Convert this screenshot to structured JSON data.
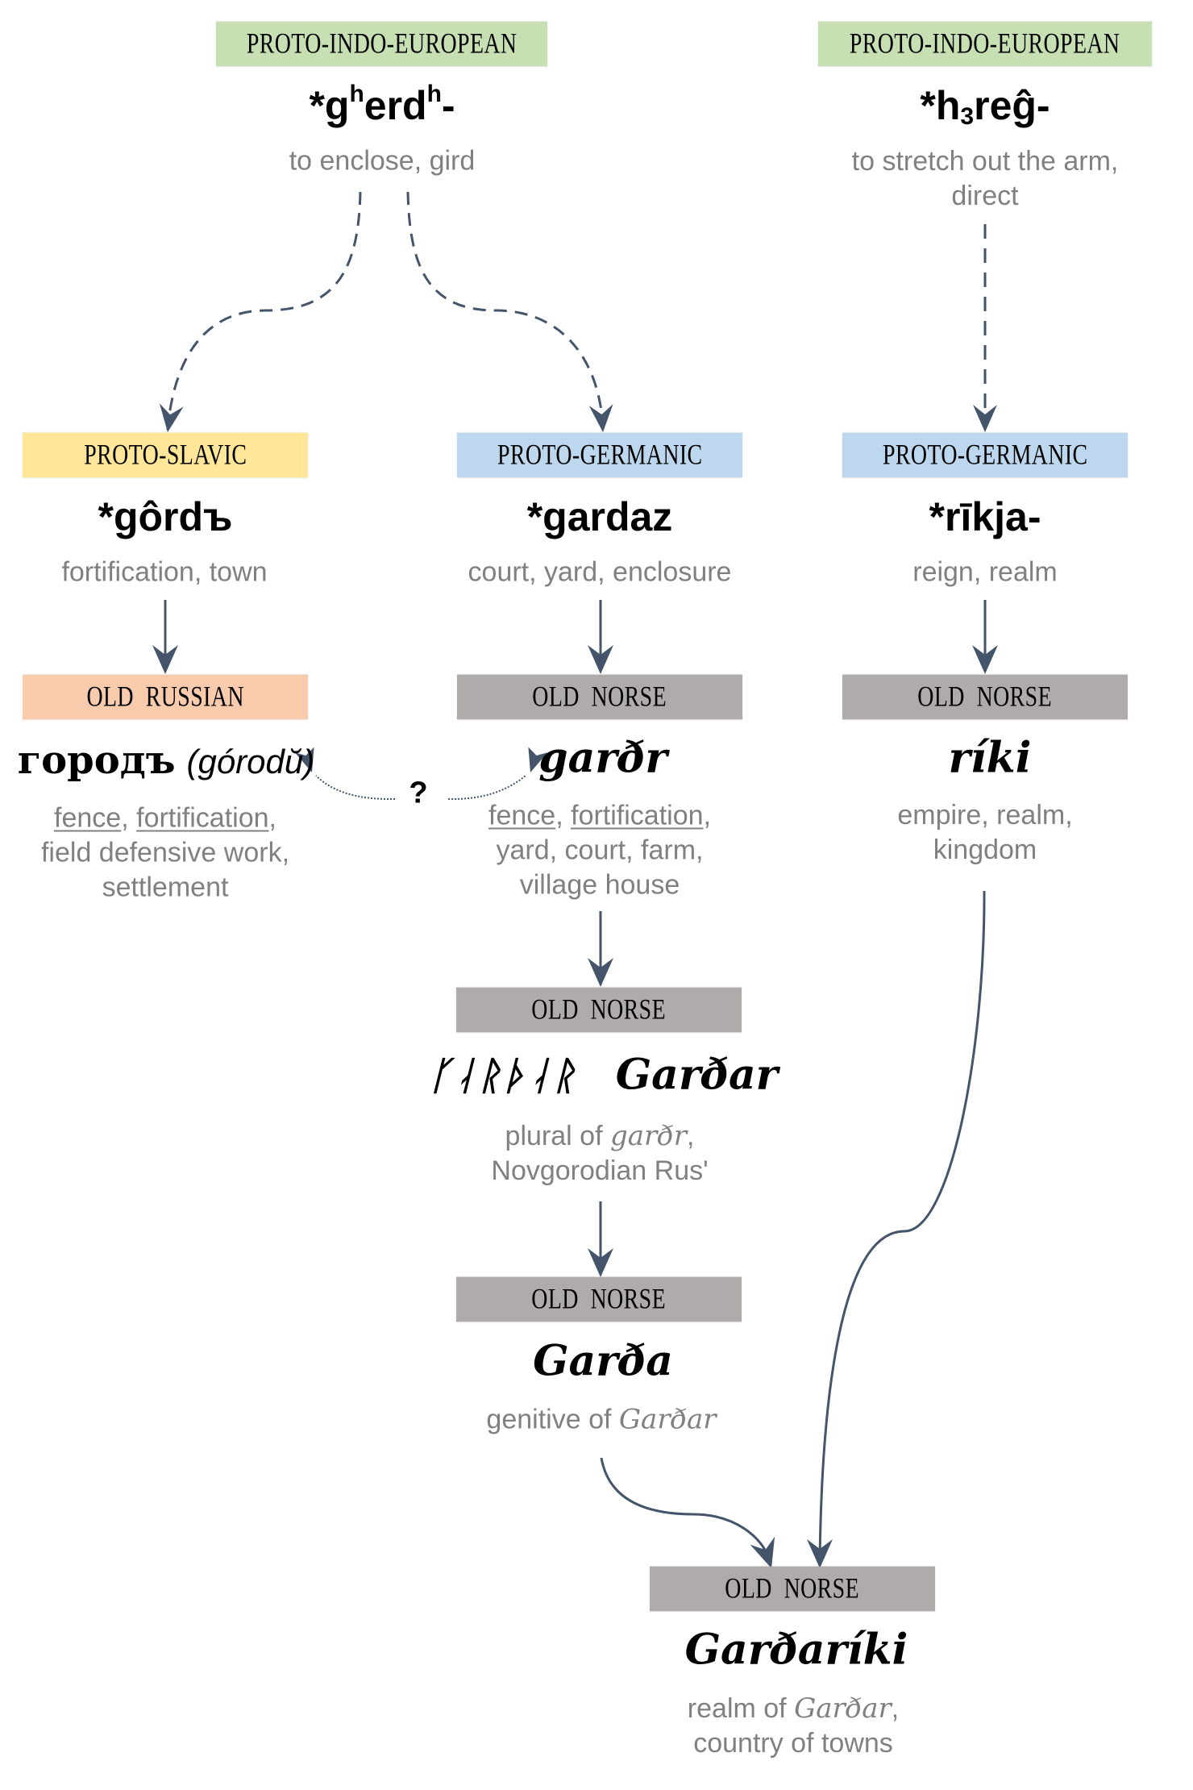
{
  "colors": {
    "proto_indo_european": "#C6E0B4",
    "proto_slavic": "#FFE699",
    "proto_germanic": "#BDD7EE",
    "old_russian": "#F8CBAD",
    "old_norse": "#AFABAB",
    "arrow": "#44546A",
    "meaning_text": "#808080"
  },
  "nodes": {
    "pie_gherdh": {
      "language": "PROTO-INDO-EUROPEAN",
      "word_base": "*g",
      "word_sup1": "h",
      "word_mid": "erd",
      "word_sup2": "h",
      "word_end": "-",
      "meaning": "to enclose, gird"
    },
    "pie_h3reg": {
      "language": "PROTO-INDO-EUROPEAN",
      "word_base": "*h",
      "word_sub": "3",
      "word_end": "reĝ-",
      "meaning_line1": "to stretch out the arm,",
      "meaning_line2": "direct"
    },
    "ps_gordu": {
      "language": "PROTO-SLAVIC",
      "word": "*gôrdъ",
      "meaning": "fortification, town"
    },
    "pg_gardaz": {
      "language": "PROTO-GERMANIC",
      "word": "*gardaz",
      "meaning": "court, yard, enclosure"
    },
    "pg_rikja": {
      "language": "PROTO-GERMANIC",
      "word": "*rīkja-",
      "meaning": "reign, realm"
    },
    "or_gorodu": {
      "language": "OLD  RUSSIAN",
      "word": "городъ",
      "romanization": "(górodŭ)",
      "meaning_u1": "fence",
      "meaning_sep": ", ",
      "meaning_u2": "fortification",
      "meaning_end": ",",
      "meaning_line2": "field defensive work,",
      "meaning_line3": "settlement"
    },
    "on_gardr": {
      "language": "OLD  NORSE",
      "word": "garðr",
      "meaning_u1": "fence",
      "meaning_sep": ", ",
      "meaning_u2": "fortification",
      "meaning_end": ",",
      "meaning_line2": "yard, court, farm,",
      "meaning_line3": "village house"
    },
    "on_riki": {
      "language": "OLD  NORSE",
      "word": "ríki",
      "meaning_line1": "empire, realm,",
      "meaning_line2": "kingdom"
    },
    "on_gardar": {
      "language": "OLD  NORSE",
      "runes": "ᚴᛆᚱᚦᛆᚱ",
      "word": "Garðar",
      "meaning_pre": "plural of ",
      "meaning_ital": "garðr",
      "meaning_post": ",",
      "meaning_line2": "Novgorodian Rus'"
    },
    "on_garda": {
      "language": "OLD  NORSE",
      "word": "Garða",
      "meaning_pre": "genitive of ",
      "meaning_ital": "Garðar"
    },
    "on_gardariki": {
      "language": "OLD  NORSE",
      "word": "Garðaríki",
      "meaning_pre": "realm of ",
      "meaning_ital": "Garðar",
      "meaning_post": ",",
      "meaning_line2": "country of towns"
    }
  },
  "uncertain_link": {
    "label": "?"
  },
  "edges": [
    {
      "from": "pie_gherdh",
      "to": "ps_gordu",
      "style": "dashed"
    },
    {
      "from": "pie_gherdh",
      "to": "pg_gardaz",
      "style": "dashed"
    },
    {
      "from": "pie_h3reg",
      "to": "pg_rikja",
      "style": "dashed"
    },
    {
      "from": "ps_gordu",
      "to": "or_gorodu",
      "style": "solid"
    },
    {
      "from": "pg_gardaz",
      "to": "on_gardr",
      "style": "solid"
    },
    {
      "from": "pg_rikja",
      "to": "on_riki",
      "style": "solid"
    },
    {
      "from": "on_gardr",
      "to": "on_gardar",
      "style": "solid"
    },
    {
      "from": "on_gardar",
      "to": "on_garda",
      "style": "solid"
    },
    {
      "from": "on_garda",
      "to": "on_gardariki",
      "style": "solid"
    },
    {
      "from": "on_riki",
      "to": "on_gardariki",
      "style": "solid"
    },
    {
      "from": "uncertain_link",
      "to": "or_gorodu",
      "style": "dotted"
    },
    {
      "from": "uncertain_link",
      "to": "on_gardr",
      "style": "dotted"
    }
  ]
}
